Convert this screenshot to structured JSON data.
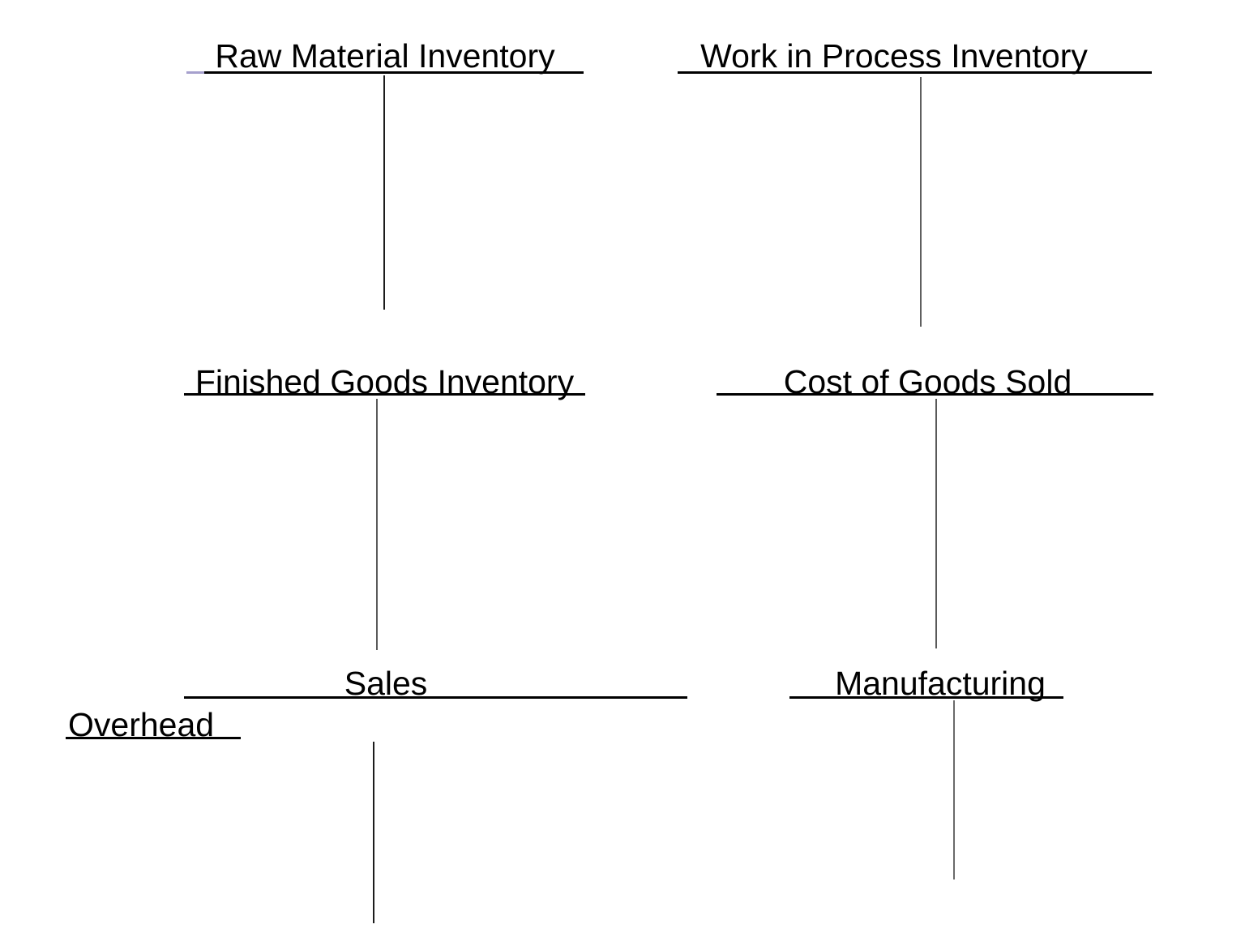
{
  "accounts": [
    {
      "title": "Raw Material Inventory"
    },
    {
      "title": "Work in Process Inventory"
    },
    {
      "title": "Finished Goods Inventory"
    },
    {
      "title": "Cost of Goods Sold"
    },
    {
      "title": "Sales"
    },
    {
      "title": "Manufacturing",
      "title_wrap": "Overhead"
    }
  ],
  "colors": {
    "text": "#000000",
    "underline_black": "#000000",
    "divider_dark": "#1c1c1c",
    "divider_gray": "#5a5a5a",
    "revision_tick_purple": "#a6a0cd",
    "background": "#ffffff"
  }
}
